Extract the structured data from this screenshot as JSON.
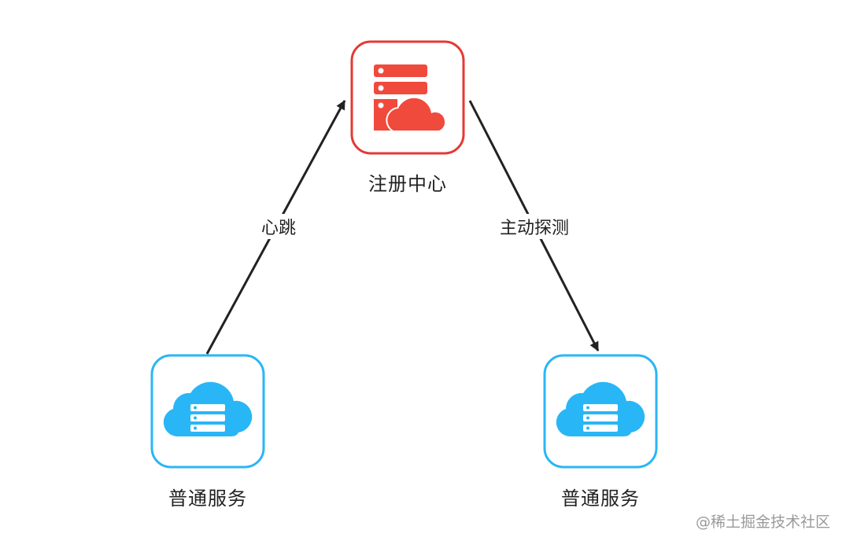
{
  "nodes": {
    "registry": {
      "label": "注册中心",
      "color": "#e53935"
    },
    "service_left": {
      "label": "普通服务",
      "color": "#29b6f6"
    },
    "service_right": {
      "label": "普通服务",
      "color": "#29b6f6"
    }
  },
  "edges": {
    "heartbeat": {
      "label": "心跳",
      "from": "service_left",
      "to": "registry"
    },
    "probe": {
      "label": "主动探测",
      "from": "registry",
      "to": "service_right"
    }
  },
  "watermark": "@稀土掘金技术社区"
}
